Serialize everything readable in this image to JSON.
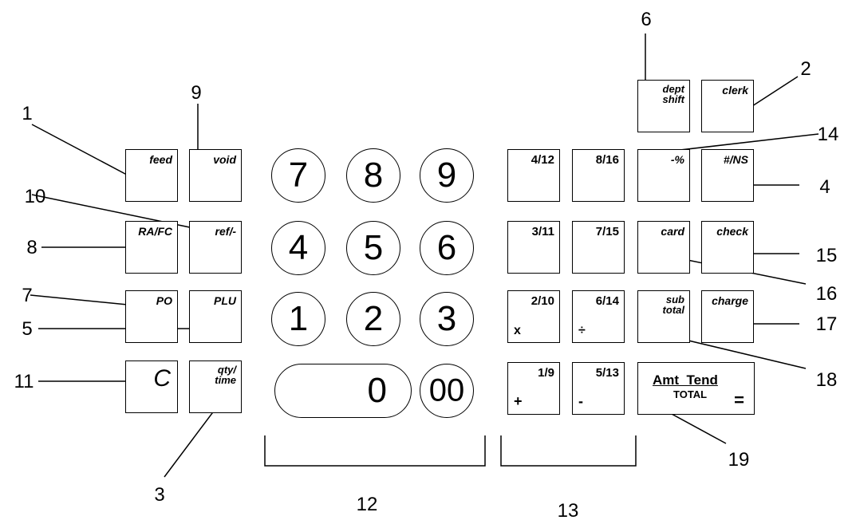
{
  "keys": {
    "feed": "feed",
    "void": "void",
    "rafc": "RA/FC",
    "ref": "ref/-",
    "po": "PO",
    "plu": "PLU",
    "c": "C",
    "qty": "qty/\ntime",
    "n7": "7",
    "n8": "8",
    "n9": "9",
    "n4": "4",
    "n5": "5",
    "n6": "6",
    "n1": "1",
    "n2": "2",
    "n3": "3",
    "n0": "0",
    "n00": "00",
    "d412": "4/12",
    "d816": "8/16",
    "d311": "3/11",
    "d715": "7/15",
    "d210": "2/10",
    "x": "x",
    "d614": "6/14",
    "div": "÷",
    "d19": "1/9",
    "plus": "+",
    "d513": "5/13",
    "minus": "-",
    "dept": "dept\nshift",
    "clerk": "clerk",
    "pct": "-%",
    "ns": "#/NS",
    "card": "card",
    "check": "check",
    "sub": "sub\ntotal",
    "charge": "charge",
    "amt": "Amt  Tend",
    "total": "TOTAL",
    "eq": "="
  },
  "callouts": {
    "c1": "1",
    "c2": "2",
    "c3": "3",
    "c4": "4",
    "c5": "5",
    "c6": "6",
    "c7": "7",
    "c8": "8",
    "c9": "9",
    "c10": "10",
    "c11": "11",
    "c12": "12",
    "c13": "13",
    "c14": "14",
    "c15": "15",
    "c16": "16",
    "c17": "17",
    "c18": "18",
    "c19": "19"
  }
}
